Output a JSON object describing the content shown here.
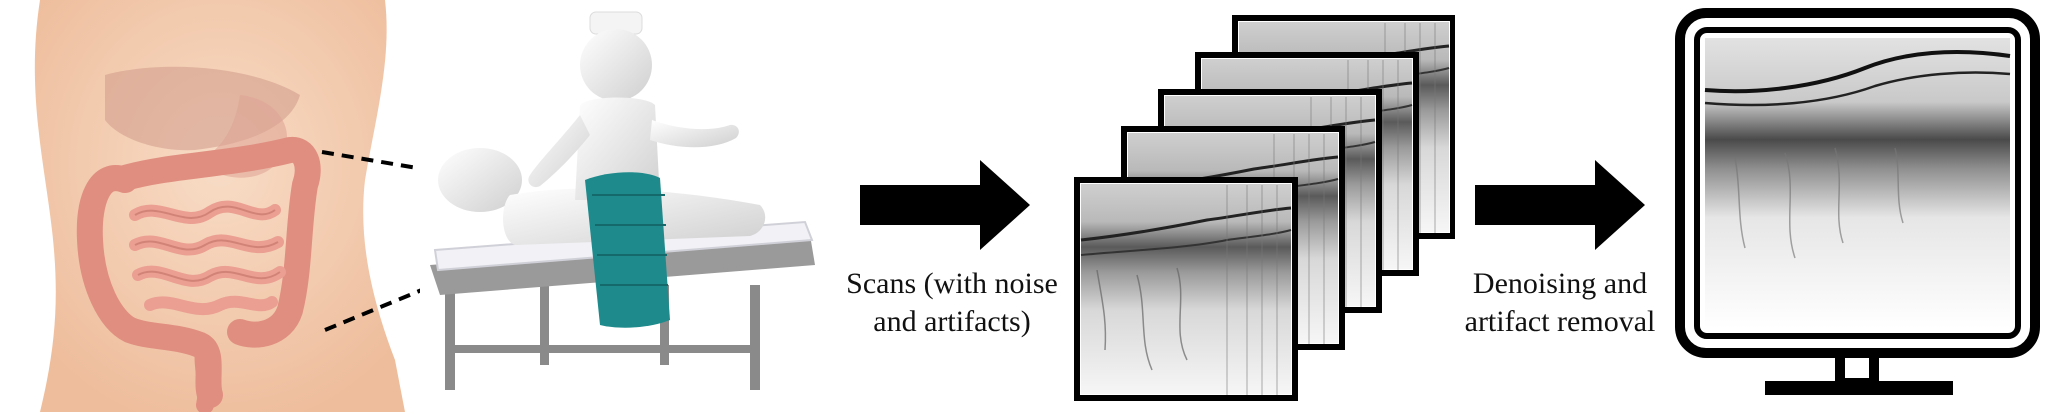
{
  "steps": [
    {
      "id": "anatomy",
      "icon": "intestine-anatomy-illustration"
    },
    {
      "id": "imaging",
      "icon": "patient-scan-illustration"
    },
    {
      "id": "raw-scans",
      "icon": "noisy-oct-scan-stack",
      "caption_line1": "Scans (with noise",
      "caption_line2": "and artifacts)"
    },
    {
      "id": "result",
      "icon": "monitor-clean-scan",
      "caption_line1": "Denoising and",
      "caption_line2": "artifact removal"
    }
  ],
  "colors": {
    "arrow": "#000000",
    "frame": "#000000",
    "skin": "#f3cfb4",
    "intestine": "#e49a8c",
    "figure": "#e9e9e9",
    "cloth": "#1f8a8c"
  }
}
